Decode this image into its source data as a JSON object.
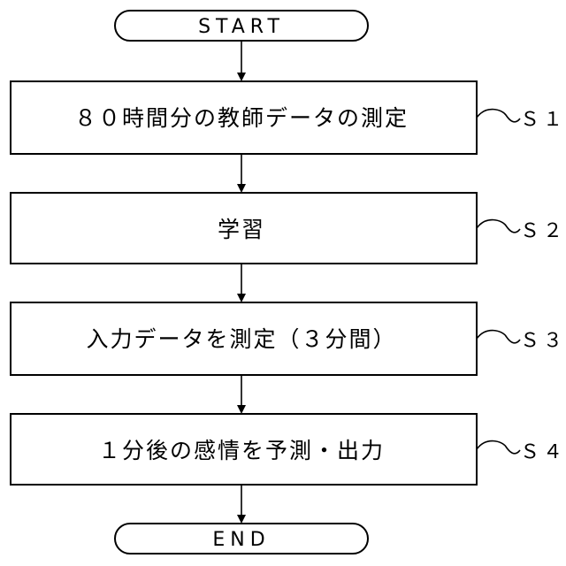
{
  "terminals": {
    "start": "START",
    "end": "END"
  },
  "steps": [
    {
      "text": "８０時間分の教師データの測定",
      "label": "Ｓ１"
    },
    {
      "text": "学習",
      "label": "Ｓ２"
    },
    {
      "text": "入力データを測定（３分間）",
      "label": "Ｓ３"
    },
    {
      "text": "１分後の感情を予測・出力",
      "label": "Ｓ４"
    }
  ]
}
